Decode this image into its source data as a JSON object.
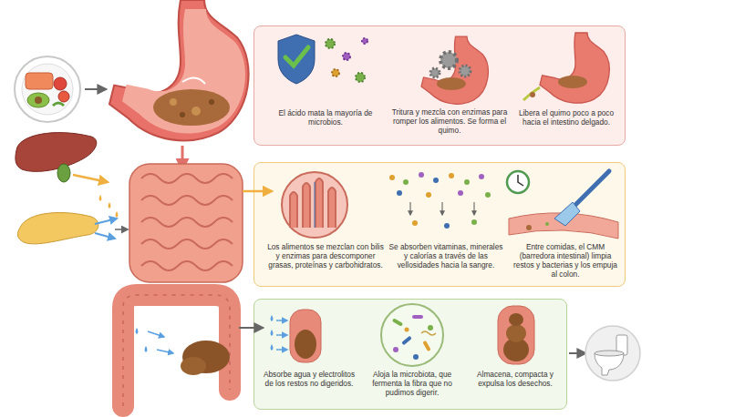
{
  "diagram": {
    "nodes": [
      {
        "text": [
          "El ácido mata la mayoría de microbios.",
          "Tritura y mezcla con enzimas para romper los alimentos. Se forma el quimo.",
          "Libera el quimo poco a poco hacia el intestino delgado."
        ]
      },
      {
        "text": [
          "Los alimentos se mezclan con bilis y enzimas para descomponer grasas, proteínas y carbohidratos.",
          "Se absorben vitaminas, minerales y calorías a través de las vellosidades hacia la sangre.",
          "Entre comidas, el CMM (barredora intestinal) limpia restos y bacterias y los empuja al colon."
        ]
      },
      {
        "text": [
          "Absorbe agua y electrolitos de los restos no digeridos.",
          "Aloja la microbiota, que fermenta la fibra que no pudimos digerir.",
          "Almacena, compacta y expulsa los desechos."
        ]
      }
    ]
  }
}
